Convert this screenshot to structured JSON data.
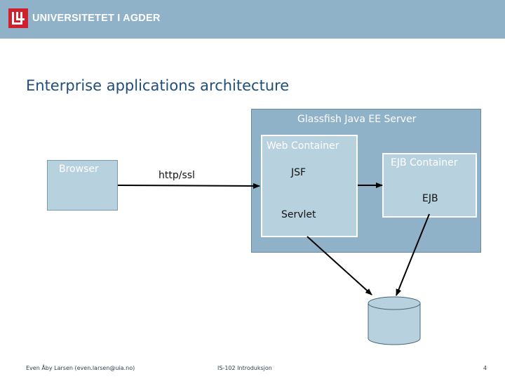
{
  "header": {
    "brand": "UNIVERSITETET I AGDER",
    "logo_icon": "uia-logo-icon",
    "background": "#8fb2c9",
    "logo_color": "#d0202e"
  },
  "slide": {
    "title": "Enterprise applications architecture"
  },
  "diagram": {
    "server_label": "Glassfish Java EE Server",
    "web_container_label": "Web Container",
    "ejb_container_label": "EJB Container",
    "browser_label": "Browser",
    "protocol_label": "http/ssl",
    "jsf_label": "JSF",
    "servlet_label": "Servlet",
    "ejb_label": "EJB",
    "database_icon": "database-icon"
  },
  "footer": {
    "author": "Even Åby Larsen (even.larsen@uia.no)",
    "course": "IS-102 Introduksjon",
    "page": "4"
  }
}
